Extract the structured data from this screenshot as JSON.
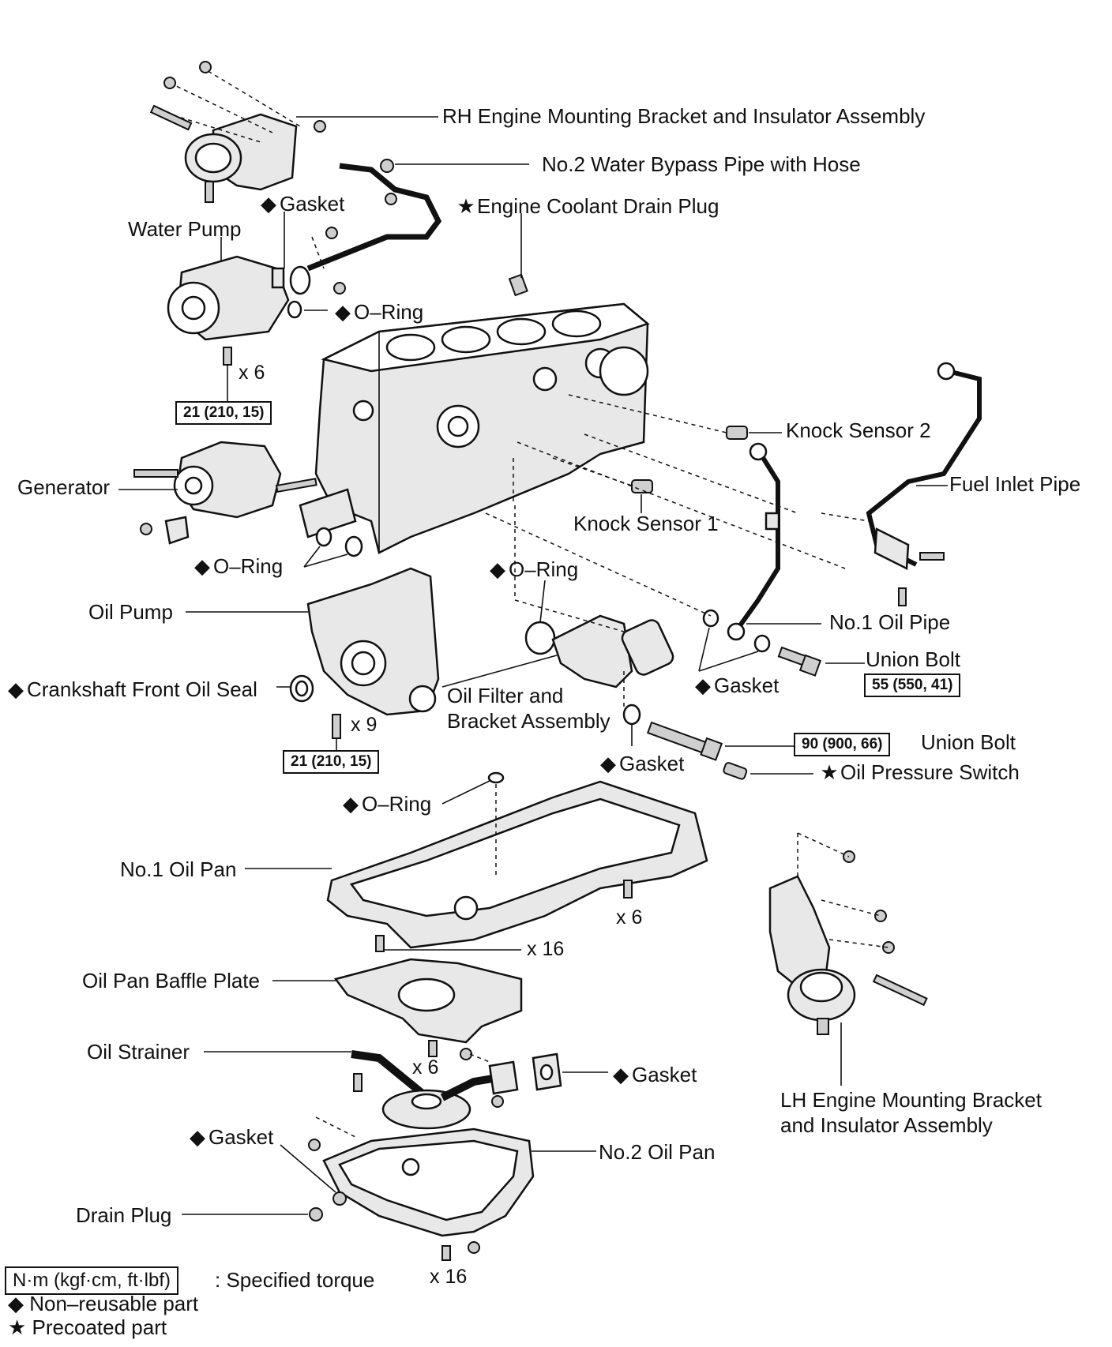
{
  "labels": {
    "rh_mount": "RH Engine Mounting Bracket and Insulator Assembly",
    "bypass_pipe": "No.2 Water Bypass Pipe with Hose",
    "gasket_top": "Gasket",
    "coolant_plug": "Engine Coolant Drain Plug",
    "water_pump": "Water Pump",
    "o_ring_pump": "O–Ring",
    "knock2": "Knock Sensor 2",
    "fuel_pipe": "Fuel Inlet Pipe",
    "generator": "Generator",
    "knock1": "Knock Sensor 1",
    "o_ring_gen": "O–Ring",
    "o_ring_filter": "O–Ring",
    "oil_pump": "Oil Pump",
    "oil_pipe": "No.1 Oil Pipe",
    "union_bolt1": "Union Bolt",
    "gasket_pipe": "Gasket",
    "crank_seal": "Crankshaft Front Oil Seal",
    "filter_line1": "Oil Filter and",
    "filter_line2": "Bracket Assembly",
    "union_bolt2": "Union Bolt",
    "gasket_filter": "Gasket",
    "pressure_switch": "Oil Pressure Switch",
    "o_ring_pan": "O–Ring",
    "oil_pan1": "No.1 Oil Pan",
    "baffle": "Oil Pan Baffle Plate",
    "strainer": "Oil Strainer",
    "gasket_strainer": "Gasket",
    "lh_line1": "LH Engine Mounting Bracket",
    "lh_line2": "and Insulator Assembly",
    "gasket_drain": "Gasket",
    "oil_pan2": "No.2 Oil Pan",
    "drain_plug": "Drain Plug"
  },
  "marks": {
    "nonreusable": "◆",
    "precoated": "★"
  },
  "torques": {
    "pump": "21 (210, 15)",
    "oil_pump": "21 (210, 15)",
    "union1": "55 (550, 41)",
    "union2": "90 (900, 66)"
  },
  "counts": {
    "pump_bolts": "x 6",
    "oil_pump_bolts": "x 9",
    "pan1_side": "x 6",
    "pan1_bottom": "x 16",
    "strainer_bolts": "x 6",
    "pan2_bolts": "x 16"
  },
  "legend": {
    "torque_unit": "N·m (kgf·cm, ft·lbf)",
    "torque_desc": ": Specified torque",
    "nonreusable": "Non–reusable part",
    "precoated": "Precoated part"
  }
}
